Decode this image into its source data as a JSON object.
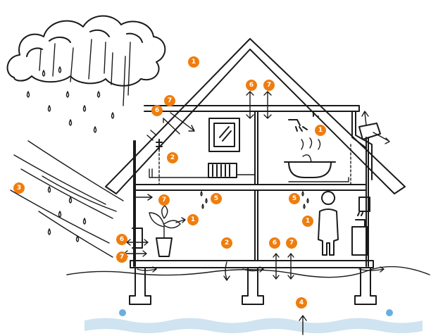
{
  "colors": {
    "badge": "#ef7d0e",
    "water": "#cfe3f1",
    "dot": "#69aee0",
    "line": "#1a1a1a"
  },
  "badges": [
    {
      "label": "1"
    },
    {
      "label": "6"
    },
    {
      "label": "7"
    },
    {
      "label": "7"
    },
    {
      "label": "6"
    },
    {
      "label": "1"
    },
    {
      "label": "2"
    },
    {
      "label": "3"
    },
    {
      "label": "7"
    },
    {
      "label": "5"
    },
    {
      "label": "5"
    },
    {
      "label": "1"
    },
    {
      "label": "1"
    },
    {
      "label": "6"
    },
    {
      "label": "7"
    },
    {
      "label": "2"
    },
    {
      "label": "6"
    },
    {
      "label": "7"
    },
    {
      "label": "4"
    }
  ]
}
